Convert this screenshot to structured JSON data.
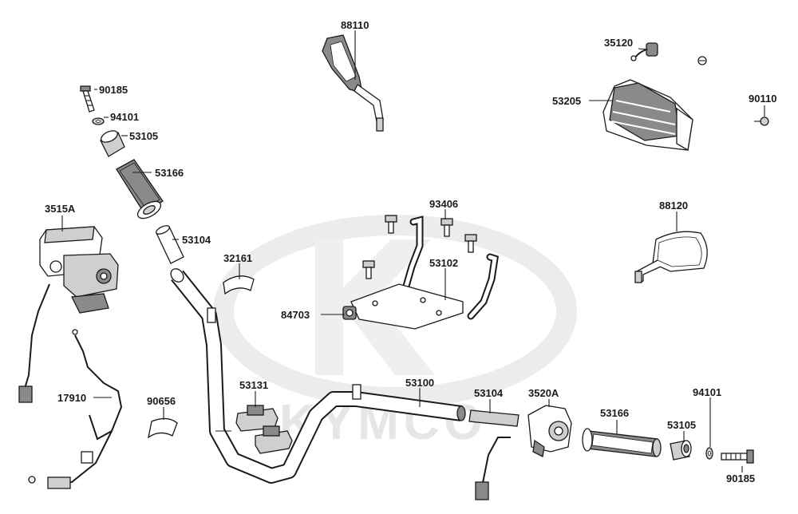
{
  "watermark": {
    "brand": "KYMCO"
  },
  "parts": [
    {
      "id": "p-88110",
      "number": "88110"
    },
    {
      "id": "p-35120",
      "number": "35120"
    },
    {
      "id": "p-90185-top",
      "number": "90185"
    },
    {
      "id": "p-94101-top",
      "number": "94101"
    },
    {
      "id": "p-53105-top",
      "number": "53105"
    },
    {
      "id": "p-53166-top",
      "number": "53166"
    },
    {
      "id": "p-53205",
      "number": "53205"
    },
    {
      "id": "p-90110",
      "number": "90110"
    },
    {
      "id": "p-3515A",
      "number": "3515A"
    },
    {
      "id": "p-93406",
      "number": "93406"
    },
    {
      "id": "p-88120",
      "number": "88120"
    },
    {
      "id": "p-53104-left",
      "number": "53104"
    },
    {
      "id": "p-32161",
      "number": "32161"
    },
    {
      "id": "p-53102",
      "number": "53102"
    },
    {
      "id": "p-84703",
      "number": "84703"
    },
    {
      "id": "p-53131",
      "number": "53131"
    },
    {
      "id": "p-53100",
      "number": "53100"
    },
    {
      "id": "p-53104-right",
      "number": "53104"
    },
    {
      "id": "p-3520A",
      "number": "3520A"
    },
    {
      "id": "p-94101-bottom",
      "number": "94101"
    },
    {
      "id": "p-17910",
      "number": "17910"
    },
    {
      "id": "p-90656",
      "number": "90656"
    },
    {
      "id": "p-53166-bottom",
      "number": "53166"
    },
    {
      "id": "p-53105-bottom",
      "number": "53105"
    },
    {
      "id": "p-90185-bottom",
      "number": "90185"
    }
  ]
}
